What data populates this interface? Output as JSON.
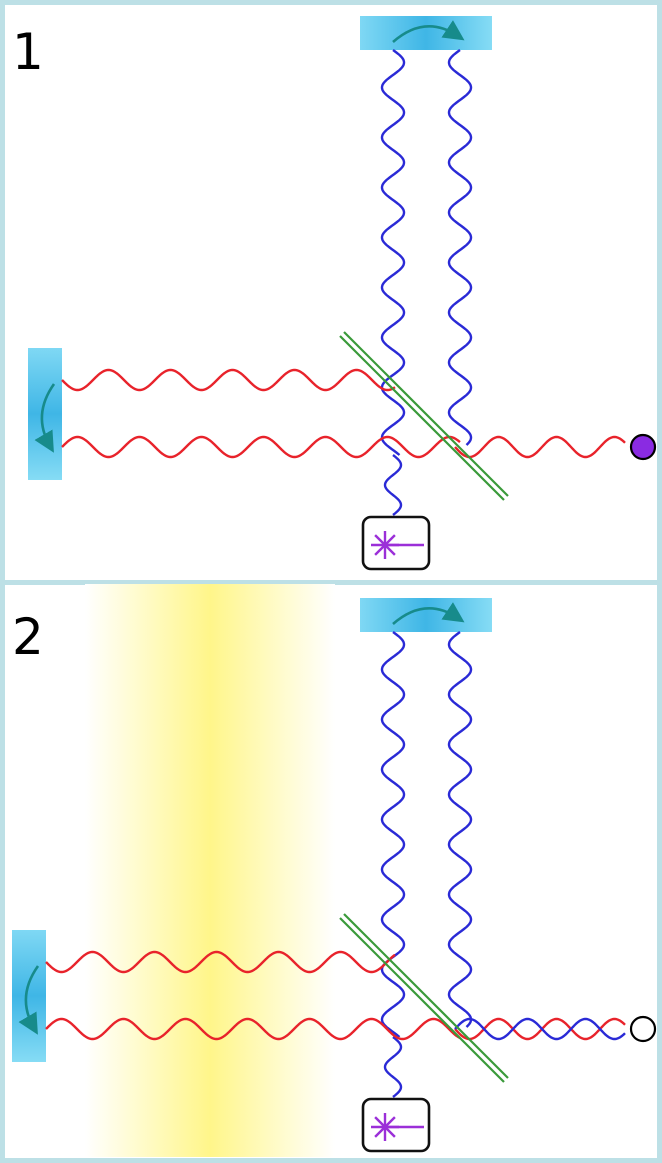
{
  "panels": [
    {
      "label": "1",
      "absorber": false,
      "detector_state": "filled",
      "detector_color": "#8a2be2",
      "output_beams": [
        "red"
      ]
    },
    {
      "label": "2",
      "absorber": true,
      "detector_state": "empty",
      "detector_color": "#ffffff",
      "output_beams": [
        "red",
        "blue"
      ]
    }
  ],
  "colors": {
    "background": "#bde0e6",
    "panel": "#ffffff",
    "red_wave": "#e8232b",
    "blue_wave": "#2a2ad6",
    "beam_splitter": "#3a9a3a",
    "mirror": "#5cc8ea",
    "mirror_arrow": "#178b8b",
    "source_star": "#9b2fd8",
    "absorber": "#fff8a0"
  },
  "icons": {
    "source": "photon-source-star-icon",
    "mirror_arrow": "curved-arrow-icon",
    "detector": "detector-dot-icon"
  }
}
